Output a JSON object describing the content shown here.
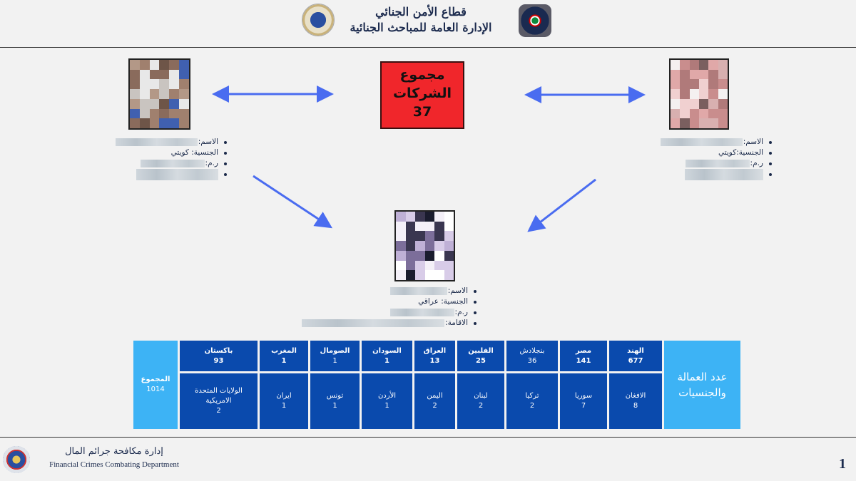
{
  "header": {
    "title_line1": "قطاع الأمن الجنائي",
    "title_line2": "الإدارة العامة للمباحث الجنائية",
    "left_logo": "criminal-security-sector-seal",
    "right_logo": "kuwait-police-star-badge"
  },
  "companies_box": {
    "line1": "مجموع",
    "line2": "الشركات",
    "count": "37",
    "color": "#f0262b"
  },
  "persons": [
    {
      "name_label": "الاسم:",
      "nationality": "الجنسية: كويتي",
      "id_label": "ر.م:"
    },
    {
      "name_label": "الاسم:",
      "nationality": "الجنسية:كويتي",
      "id_label": "ر.م:"
    },
    {
      "name_label": "الاسم:",
      "nationality": "الجنسية: عراقي",
      "id_label": "ر.م:",
      "residence_label": "الاقامة:"
    }
  ],
  "labor_table": {
    "header": "عدد العمالة والجنسيات",
    "total_label": "المجموع",
    "total_value": "1014",
    "top_row": [
      {
        "country": "الهند",
        "count": "677"
      },
      {
        "country": "مصر",
        "count": "141"
      },
      {
        "country": "بنجلادش",
        "count": "36"
      },
      {
        "country": "الفلبين",
        "count": "25"
      },
      {
        "country": "العراق",
        "count": "13"
      },
      {
        "country": "السودان",
        "count": "1"
      },
      {
        "country": "الصومال",
        "count": "1"
      },
      {
        "country": "المغرب",
        "count": "1"
      },
      {
        "country": "باكستان",
        "count": "93"
      }
    ],
    "bottom_row": [
      {
        "country": "الافغان",
        "count": "8"
      },
      {
        "country": "سوريا",
        "count": "7"
      },
      {
        "country": "تركيا",
        "count": "2"
      },
      {
        "country": "لبنان",
        "count": "2"
      },
      {
        "country": "اليمن",
        "count": "2"
      },
      {
        "country": "الأردن",
        "count": "1"
      },
      {
        "country": "تونس",
        "count": "1"
      },
      {
        "country": "ايران",
        "count": "1"
      },
      {
        "country": "الولايات المتحدة الامريكية",
        "count": "2"
      }
    ],
    "colors": {
      "header": "#3db3f5",
      "cell": "#0a4aad"
    }
  },
  "footer": {
    "department_ar": "إدارة مكافحة جرائم المال",
    "department_en": "Financial Crimes Combating Department",
    "page_number": "1"
  },
  "arrow_color": "#4a6cf0"
}
